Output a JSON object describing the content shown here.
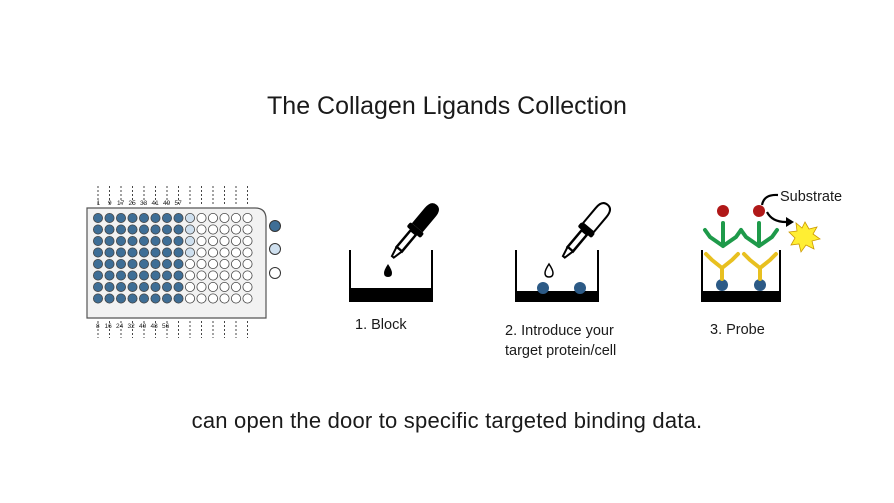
{
  "title": "The Collagen Ligands Collection",
  "subtitle": "can open the door to specific targeted binding data.",
  "plate": {
    "top_numbers": [
      "1",
      "9",
      "17",
      "25",
      "33",
      "41",
      "49",
      "57"
    ],
    "bottom_numbers": [
      "8",
      "16",
      "24",
      "32",
      "40",
      "48",
      "56"
    ],
    "filled_color": "#3e6e96",
    "light_color": "#cfe0ef",
    "empty_color": "#ffffff"
  },
  "steps": [
    {
      "label": "1. Block"
    },
    {
      "label_line1": "2. Introduce your",
      "label_line2": "target protein/cell"
    },
    {
      "label": "3. Probe"
    }
  ],
  "substrate_label": "Substrate",
  "colors": {
    "well_blue": "#2c5a86",
    "antibody_green": "#1e9a4a",
    "antibody_yellow": "#e8c020",
    "enzyme_red": "#b01818",
    "burst_yellow": "#ffee33"
  }
}
